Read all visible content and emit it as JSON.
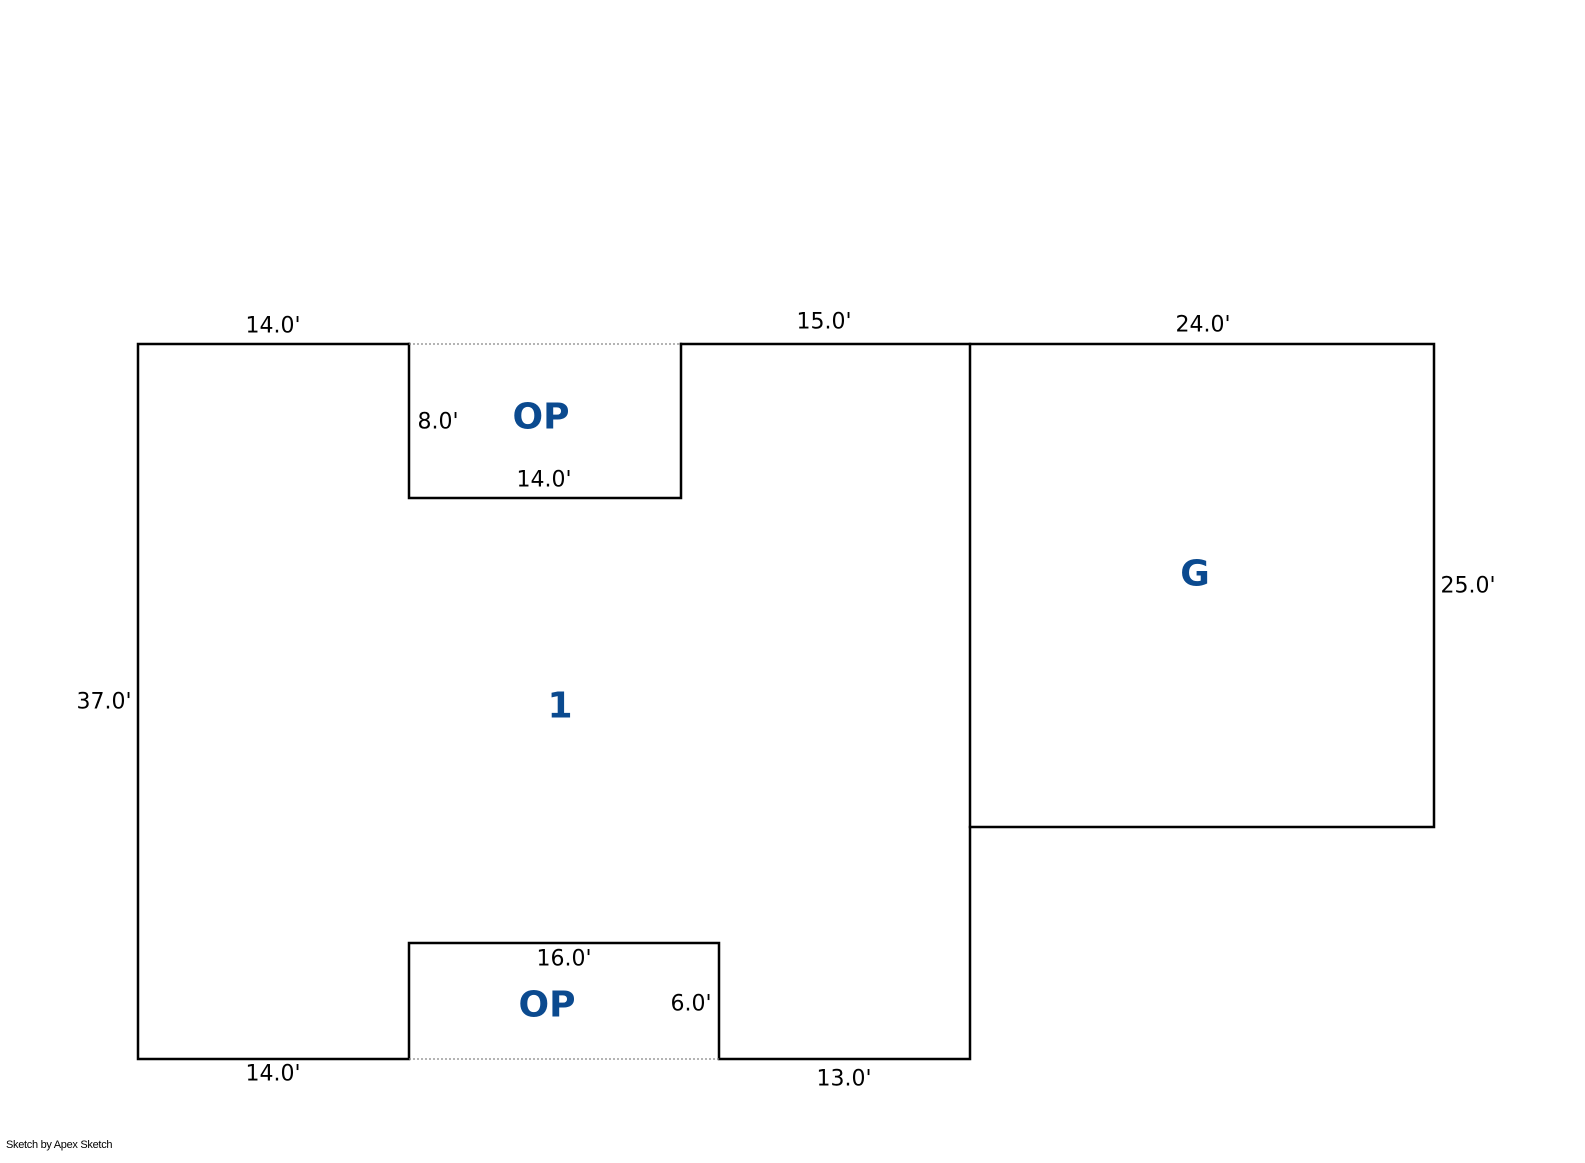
{
  "colors": {
    "line": "#000000",
    "area_label": "#0b4a8f",
    "dotted": "#888888"
  },
  "areas": {
    "op_top": "OP",
    "op_bottom": "OP",
    "main": "1",
    "garage": "G"
  },
  "dimensions": {
    "top_left": "14.0'",
    "top_middle": "15.0'",
    "garage_top": "24.0'",
    "op_top_side": "8.0'",
    "op_top_bottom": "14.0'",
    "garage_right": "25.0'",
    "main_left": "37.0'",
    "op_bottom_top": "16.0'",
    "op_bottom_side": "6.0'",
    "bottom_left": "14.0'",
    "bottom_right": "13.0'"
  },
  "credit": "Sketch by Apex Sketch"
}
